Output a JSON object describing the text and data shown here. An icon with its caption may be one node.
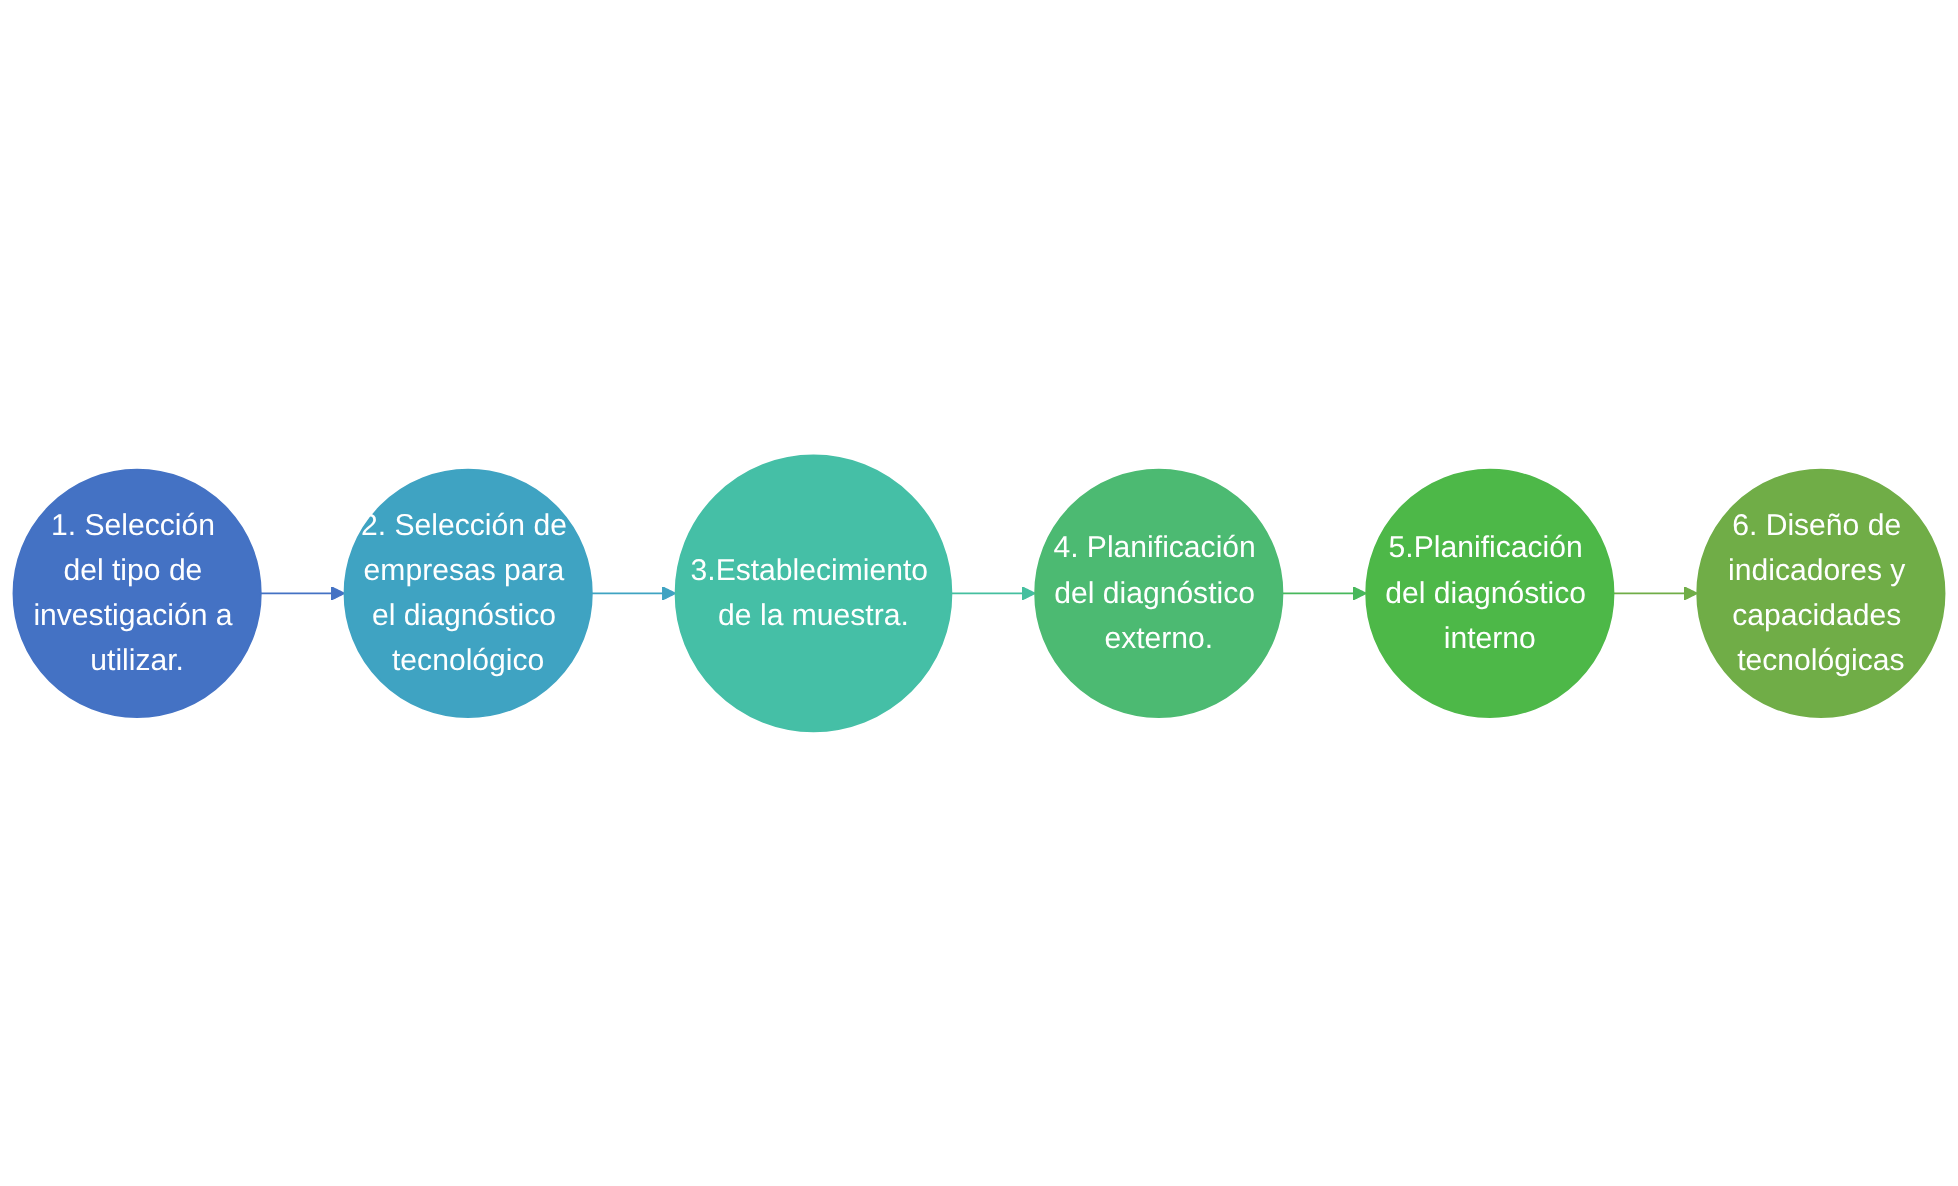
{
  "diagram": {
    "nodes": [
      {
        "text": [
          "1. Selección del tipo de investigación a utilizar."
        ]
      },
      {
        "text": [
          "2. Selección de empresas para el diagnóstico tecnológico"
        ]
      },
      {
        "text": [
          "3.Establecimiento de la muestra."
        ]
      },
      {
        "text": [
          "4. Planificación del diagnóstico externo."
        ]
      },
      {
        "text": [
          "5.Planificación del diagnóstico interno"
        ]
      },
      {
        "text": [
          "6. Diseño de indicadores y capacidades tecnológicas"
        ]
      }
    ],
    "edges": [
      {
        "from": 0,
        "to": 1,
        "arrow": "to",
        "color": "#4472c4"
      },
      {
        "from": 1,
        "to": 2,
        "arrow": "to",
        "color": "#3fa3c2"
      },
      {
        "from": 2,
        "to": 3,
        "arrow": "to",
        "color": "#45bf9f"
      },
      {
        "from": 3,
        "to": 4,
        "arrow": "to",
        "color": "#48b85c"
      },
      {
        "from": 4,
        "to": 5,
        "arrow": "to",
        "color": "#70ad47"
      }
    ]
  }
}
